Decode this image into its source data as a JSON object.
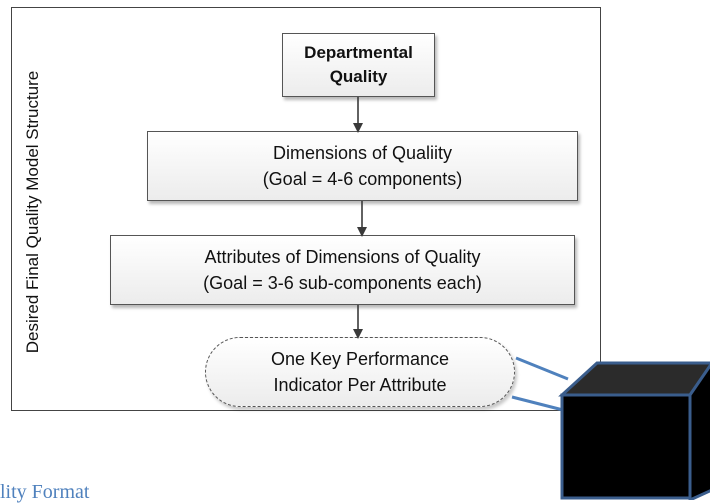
{
  "diagram": {
    "side_label": "Desired Final Quality Model Structure",
    "top_box": {
      "line1": "Departmental",
      "line2": "Quality"
    },
    "dimensions_box": {
      "line1": "Dimensions of Qualiity",
      "line2": "(Goal = 4-6 components)"
    },
    "attributes_box": {
      "line1": "Attributes of Dimensions of Quality",
      "line2": "(Goal = 3-6 sub-components each)"
    },
    "kpi_box": {
      "line1": "One Key Performance",
      "line2": "Indicator Per Attribute"
    }
  },
  "footer": {
    "text": "lity Format"
  },
  "colors": {
    "connector": "#4f81bd",
    "cube": "#000000",
    "cube_top": "#2b2b2b",
    "arrow": "#3a3a3a"
  }
}
